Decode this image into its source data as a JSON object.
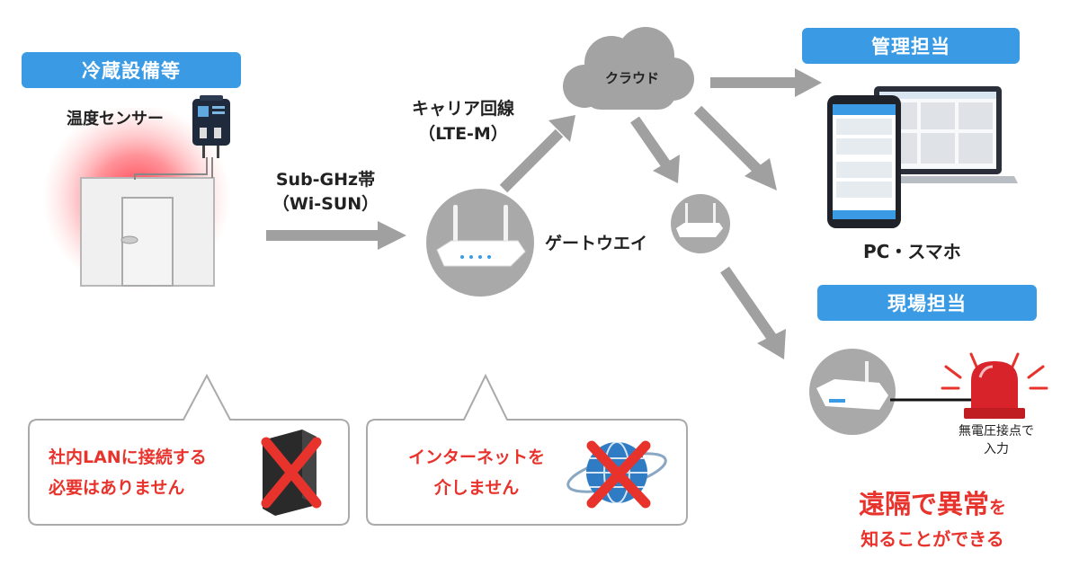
{
  "labels": {
    "cold_storage": "冷蔵設備等",
    "temp_sensor": "温度センサー",
    "subghz_line1": "Sub-GHz帯",
    "subghz_line2": "（Wi-SUN）",
    "carrier_line1": "キャリア回線",
    "carrier_line2": "（LTE-M）",
    "cloud": "クラウド",
    "gateway": "ゲートウエイ",
    "management": "管理担当",
    "pc_phone": "PC・スマホ",
    "site": "現場担当",
    "contact_line1": "無電圧接点で",
    "contact_line2": "入力"
  },
  "callouts": {
    "no_lan_line1": "社内LANに接続する",
    "no_lan_line2": "必要はありません",
    "no_internet_line1": "インターネットを",
    "no_internet_line2": "介しません"
  },
  "conclusion": {
    "big": "遠隔で異常",
    "small_suffix": "を",
    "line2": "知ることができる"
  },
  "colors": {
    "accent_blue": "#3a9be4",
    "alert_red": "#e8332d",
    "arrow_gray": "#a0a0a0",
    "cloud_gray": "#a3a3a3",
    "bubble_border": "#aaaaaa"
  },
  "icons": {
    "sensor": "temperature-sensor-icon",
    "fridge": "cold-storage-icon",
    "router": "wireless-router-icon",
    "cloud": "cloud-icon",
    "devices": "pc-and-smartphone-icon",
    "beacon": "warning-beacon-icon",
    "globe": "globe-icon",
    "cross": "cross-mark-icon"
  }
}
